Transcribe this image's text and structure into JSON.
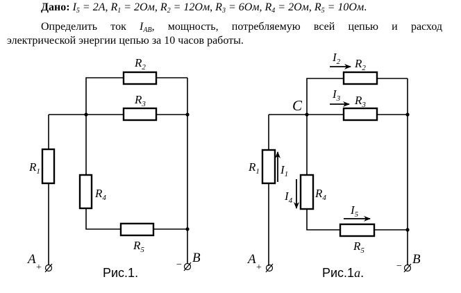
{
  "given": {
    "label": "Дано:",
    "values": [
      {
        "sym": "I",
        "sub": "5",
        "eq": " = 2",
        "unit": "A",
        "sep": ", "
      },
      {
        "sym": "R",
        "sub": "1",
        "eq": " = 2",
        "unit": "Ом",
        "sep": ", "
      },
      {
        "sym": "R",
        "sub": "2",
        "eq": " = 12",
        "unit": "Ом",
        "sep": ", "
      },
      {
        "sym": "R",
        "sub": "3",
        "eq": " = 6",
        "unit": "Ом",
        "sep": ", "
      },
      {
        "sym": "R",
        "sub": "4",
        "eq": " = 2",
        "unit": "Ом",
        "sep": ", "
      },
      {
        "sym": "R",
        "sub": "5",
        "eq": " = 10",
        "unit": "Ом",
        "sep": "."
      }
    ]
  },
  "task": {
    "line1_pre": "Определить ток ",
    "current_sym": "I",
    "current_sub": "AB",
    "line1_post": ", мощность, потребляемую всей цепью и расход",
    "line2": "электрической энергии цепью за 10 часов работы."
  },
  "fig1": {
    "caption": "Рис.1.",
    "labels": {
      "R1": "R",
      "R1s": "1",
      "R2": "R",
      "R2s": "2",
      "R3": "R",
      "R3s": "3",
      "R4": "R",
      "R4s": "4",
      "R5": "R",
      "R5s": "5"
    },
    "terminal_a": "A",
    "terminal_a_sign": "+",
    "terminal_b": "B",
    "terminal_b_sign": "−"
  },
  "fig1a": {
    "caption_pre": "Рис.1",
    "caption_it": "a",
    "caption_post": ".",
    "node_c": "C",
    "labels": {
      "R1": "R",
      "R1s": "1",
      "R2": "R",
      "R2s": "2",
      "R3": "R",
      "R3s": "3",
      "R4": "R",
      "R4s": "4",
      "R5": "R",
      "R5s": "5"
    },
    "currents": {
      "I1": "I",
      "I1s": "1",
      "I2": "I",
      "I2s": "2",
      "I3": "I",
      "I3s": "3",
      "I4": "I",
      "I4s": "4",
      "I5": "I",
      "I5s": "5"
    },
    "terminal_a": "A",
    "terminal_a_sign": "+",
    "terminal_b": "B",
    "terminal_b_sign": "−"
  }
}
